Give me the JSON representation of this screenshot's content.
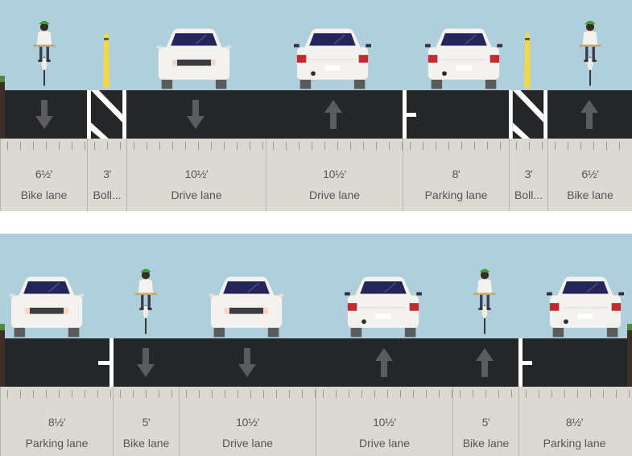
{
  "colors": {
    "sky": "#afcfdc",
    "asphalt": "#252627",
    "ruler": "#dcd9d3",
    "arrow": "#5b5c5d",
    "bollard": "#f2d64b",
    "marking": "#ffffff",
    "car_body": "#f4f2ee",
    "car_window": "#242659",
    "tail_light": "#c42a32",
    "helmet": "#3f9a3a"
  },
  "sections": [
    {
      "id": "street-1",
      "lanes": [
        {
          "width": "6½'",
          "label": "Bike lane",
          "direction": "down"
        },
        {
          "width": "3'",
          "label": "Boll...",
          "direction": "none"
        },
        {
          "width": "10½'",
          "label": "Drive lane",
          "direction": "down"
        },
        {
          "width": "10½'",
          "label": "Drive lane",
          "direction": "up"
        },
        {
          "width": "8'",
          "label": "Parking lane",
          "direction": "none"
        },
        {
          "width": "3'",
          "label": "Boll...",
          "direction": "none"
        },
        {
          "width": "6½'",
          "label": "Bike lane",
          "direction": "up"
        }
      ]
    },
    {
      "id": "street-2",
      "lanes": [
        {
          "width": "8½'",
          "label": "Parking lane",
          "direction": "none"
        },
        {
          "width": "5'",
          "label": "Bike lane",
          "direction": "down"
        },
        {
          "width": "10½'",
          "label": "Drive lane",
          "direction": "down"
        },
        {
          "width": "10½'",
          "label": "Drive lane",
          "direction": "up"
        },
        {
          "width": "5'",
          "label": "Bike lane",
          "direction": "up"
        },
        {
          "width": "8½'",
          "label": "Parking lane",
          "direction": "none"
        }
      ]
    }
  ]
}
